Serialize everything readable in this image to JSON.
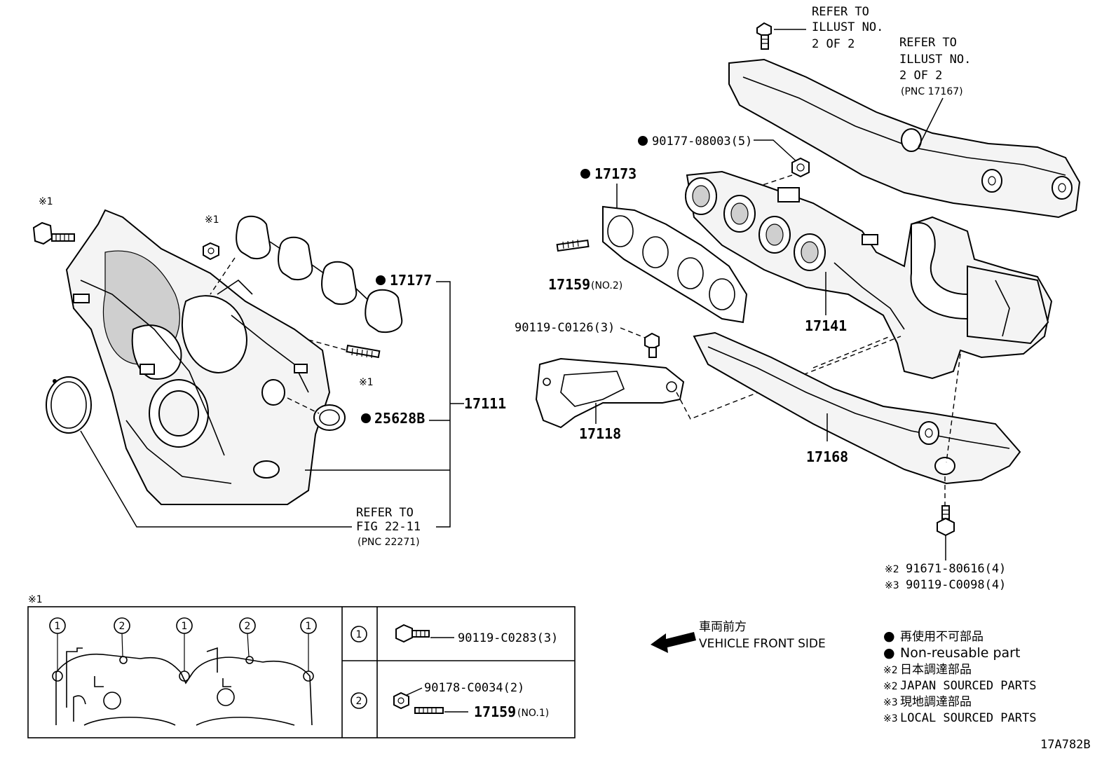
{
  "diagram_code": "17A782B",
  "labels": {
    "refer_top_1": [
      "REFER TO",
      "ILLUST NO.",
      "2 OF 2"
    ],
    "refer_top_2": [
      "REFER TO",
      "ILLUST NO.",
      "2 OF 2",
      "(PNC 17167)"
    ],
    "nut_90177": "90177-08003(5)",
    "gasket_17173": "17173",
    "stud_17159_no2": "17159",
    "stud_17159_no2_suffix": "(NO.2)",
    "manifold_17141": "17141",
    "bolt_90119_c0126": "90119-C0126(3)",
    "bracket_17118": "17118",
    "insulator_17168": "17168",
    "bolt_91671": "91671-80616(4)",
    "bolt_91671_prefix": "※2",
    "bolt_90119_c0098": "90119-C0098(4)",
    "bolt_90119_c0098_prefix": "※3",
    "ref_mark_1a": "※1",
    "ref_mark_1b": "※1",
    "ref_mark_1c": "※1",
    "ref_mark_1d": "※1",
    "gasket_17177": "17177",
    "gasket_25628b": "25628B",
    "manifold_17111": "17111",
    "refer_fig": [
      "REFER TO",
      "FIG 22-11",
      "(PNC 22271)"
    ]
  },
  "detail_table": {
    "marker": "※1",
    "rows": [
      {
        "num": "1",
        "parts": [
          {
            "no": "90119-C0283(3)"
          }
        ]
      },
      {
        "num": "2",
        "parts": [
          {
            "no": "90178-C0034(2)"
          },
          {
            "no": "17159",
            "suffix": "(NO.1)"
          }
        ]
      }
    ],
    "callouts": [
      "1",
      "2",
      "1",
      "2",
      "1"
    ]
  },
  "direction": {
    "jp": "車両前方",
    "en": "VEHICLE FRONT SIDE"
  },
  "legend": [
    {
      "bullet": "●",
      "text": "再使用不可部品"
    },
    {
      "bullet": "●",
      "text": "Non-reusable part"
    },
    {
      "bullet": "※2",
      "text": "日本調達部品"
    },
    {
      "bullet": "※2",
      "text": "JAPAN SOURCED PARTS"
    },
    {
      "bullet": "※3",
      "text": "現地調達部品"
    },
    {
      "bullet": "※3",
      "text": "LOCAL SOURCED PARTS"
    }
  ]
}
